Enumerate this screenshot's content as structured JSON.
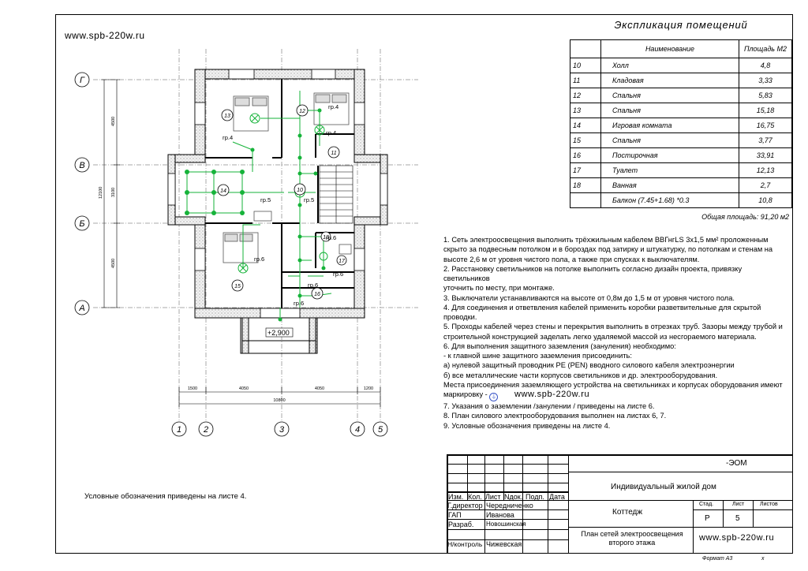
{
  "site_url": "www.spb-220w.ru",
  "explication": {
    "title": "Экспликация помещений",
    "headers": [
      "",
      "Наименование",
      "Площадь М2"
    ],
    "rows": [
      [
        "10",
        "Холл",
        "4,8"
      ],
      [
        "11",
        "Кладовая",
        "3,33"
      ],
      [
        "12",
        "Спальня",
        "5,83"
      ],
      [
        "13",
        "Спальня",
        "15,18"
      ],
      [
        "14",
        "Игровая комната",
        "16,75"
      ],
      [
        "15",
        "Спальня",
        "3,77"
      ],
      [
        "16",
        "Постирочная",
        "33,91"
      ],
      [
        "17",
        "Туалет",
        "12,13"
      ],
      [
        "18",
        "Ванная",
        "2,7"
      ],
      [
        "",
        "Балкон (7.45+1.68) *0.3",
        "10,8"
      ]
    ],
    "total": "Общая площадь: 91,20 м2"
  },
  "notes": [
    "1. Сеть электроосвещения выполнить трёхжильным кабелем ВВГнгLS 3х1,5 мм² проложенным",
    "скрыто за подвесным потолком и в бороздах под затирку и штукатурку, по потолкам и стенам на",
    "высоте 2,6 м от уровня чистого пола, а также при спусках к выключателям.",
    "2. Расстановку светильников на потолке выполнить согласно дизайн проекта, привязку светильников",
    "уточнить по месту, при монтаже.",
    "3. Выключатели устанавливаются на высоте от 0,8м до 1,5 м от уровня чистого пола.",
    "4. Для соединения и ответвления кабелей применить коробки разветвительные для скрытой",
    "проводки.",
    "5. Проходы кабелей через стены и перекрытия выполнить в отрезках труб. Зазоры между трубой и",
    "строительной конструкцией заделать легко удаляемой массой из несгораемого материала.",
    "6. Для выполнения защитного заземления (зануления) необходимо:",
    "- к главной шине защитного заземления присоединить:",
    "а) нулевой защитный проводник PE (PEN) вводного силового кабеля электроэнергии",
    "б) все металлические части корпусов светильников и др. электрооборудования.",
    "Места присоединения заземляющего устройства на светильниках и корпусах оборудования имеют",
    "маркировку -",
    "7. Указания о заземлении /занулении / приведены на листе 6.",
    "8. План силового электрооборудования выполнен на листах 6, 7.",
    "9. Условные обозначения приведены на листе 4."
  ],
  "legend_note": "Условные обозначения приведены на листе 4.",
  "plan": {
    "axes_letters": [
      "Г",
      "В",
      "Б",
      "А"
    ],
    "axes_numbers": [
      "1",
      "2",
      "3",
      "4",
      "5"
    ],
    "dims_bottom": [
      "1500",
      "4050",
      "4050",
      "1200"
    ],
    "dim_total": "10800",
    "dims_left": [
      "4500",
      "3100",
      "4500"
    ],
    "dim_left_total": "12100",
    "rooms": [
      "13",
      "12",
      "11",
      "14",
      "10",
      "15",
      "16",
      "17",
      "18"
    ],
    "groups": [
      "гр.4",
      "гр.4",
      "гр.5",
      "гр.5",
      "гр.6",
      "гр.6",
      "гр.6",
      "гр.6",
      "гр.6"
    ],
    "level": "+2,900"
  },
  "stamp": {
    "code": "-ЭОМ",
    "object": "Индивидуальный жилой дом",
    "building": "Коттедж",
    "sheet_title": "План сетей электроосвещения второго этажа",
    "header_cols": [
      "Изм.",
      "Кол.",
      "Лист",
      "Nдок.",
      "Подп.",
      "Дата"
    ],
    "roles": [
      {
        "role": "Г.директор",
        "name": "Чередниченко"
      },
      {
        "role": "ГАП",
        "name": "Иванова"
      },
      {
        "role": "Разраб.",
        "name": "Новошинская"
      },
      {
        "role": "Н/контроль",
        "name": "Чижевская"
      }
    ],
    "stage_label": "Стад.",
    "sheet_label": "Лист",
    "sheets_label": "Листов",
    "stage": "Р",
    "sheet": "5",
    "format": "Формат А3",
    "format_x": "х"
  }
}
